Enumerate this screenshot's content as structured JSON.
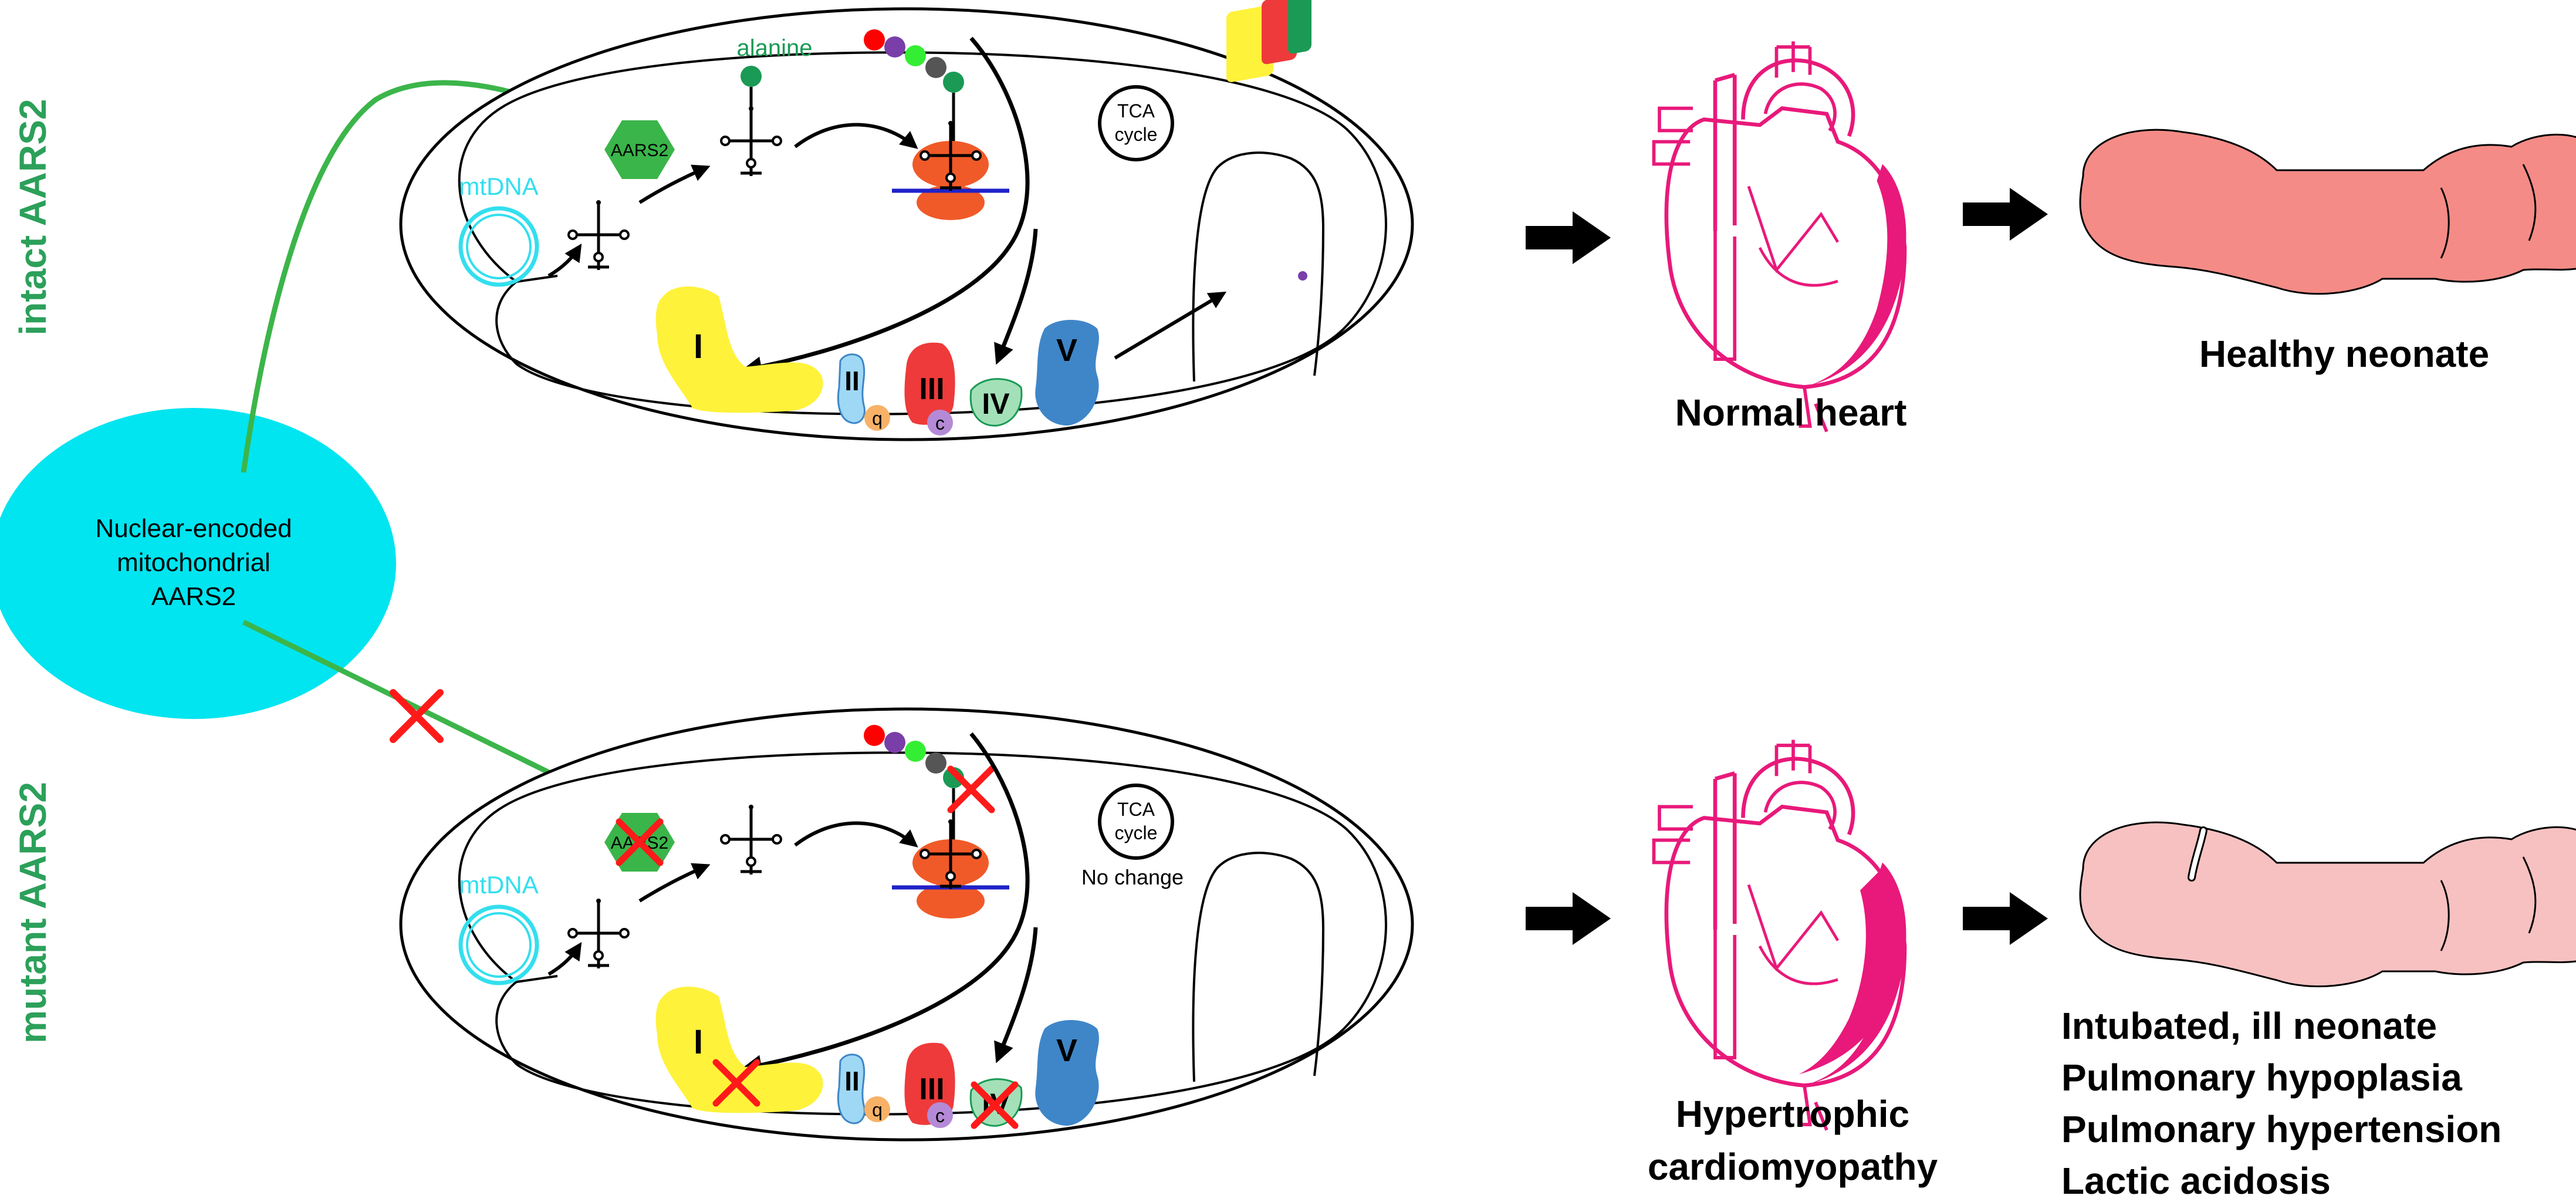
{
  "nucleus": {
    "label_lines": [
      "Nuclear-encoded",
      "mitochondrial",
      "AARS2"
    ],
    "fill": "#00e5f0"
  },
  "panels": {
    "intact": {
      "side_label": "intact AARS2",
      "enzyme_label": "AARS2",
      "amino_acid_label": "alanine",
      "mtdna_label": "mtDNA",
      "tca_lines": [
        "TCA",
        "cycle"
      ],
      "complex_labels": [
        "I",
        "II",
        "III",
        "IV",
        "V"
      ],
      "carrier_labels": [
        "q",
        "c"
      ],
      "heart_caption": [
        "Normal heart"
      ],
      "neonate_caption": [
        "Healthy neonate"
      ]
    },
    "mutant": {
      "side_label": "mutant AARS2",
      "enzyme_label": "AARS2",
      "mtdna_label": "mtDNA",
      "tca_lines": [
        "TCA",
        "cycle"
      ],
      "tca_note": "No change",
      "complex_labels": [
        "I",
        "II",
        "III",
        "IV",
        "V"
      ],
      "carrier_labels": [
        "q",
        "c"
      ],
      "heart_caption": [
        "Hypertrophic",
        "cardiomyopathy"
      ],
      "neonate_caption": [
        "Intubated, ill neonate",
        "Pulmonary hypoplasia",
        "Pulmonary hypertension",
        "Lactic acidosis"
      ]
    }
  },
  "colors": {
    "side_label": "#2ca05a",
    "arrow_green": "#3cb54a",
    "enzyme": "#3ab54a",
    "mtdna": "#33dfee",
    "alanine": "#1a9a55",
    "ribosome": "#f05a28",
    "mrna": "#1f22c8",
    "complex_I": "#fff23a",
    "complex_II": "#9fd8f5",
    "complex_III": "#ee3a3a",
    "complex_IV": "#a3e0b8",
    "complex_V": "#3f86c8",
    "q_carrier": "#f7b267",
    "c_carrier": "#b48ad6",
    "x_mark": "#ff1a1a",
    "heart": "#e8197a",
    "neonate_healthy": "#f48b86",
    "neonate_ill": "#f7c1c1",
    "peptide_beads": [
      "#ff0000",
      "#7a3ea8",
      "#33ee33",
      "#555555",
      "#1a9a55"
    ]
  }
}
